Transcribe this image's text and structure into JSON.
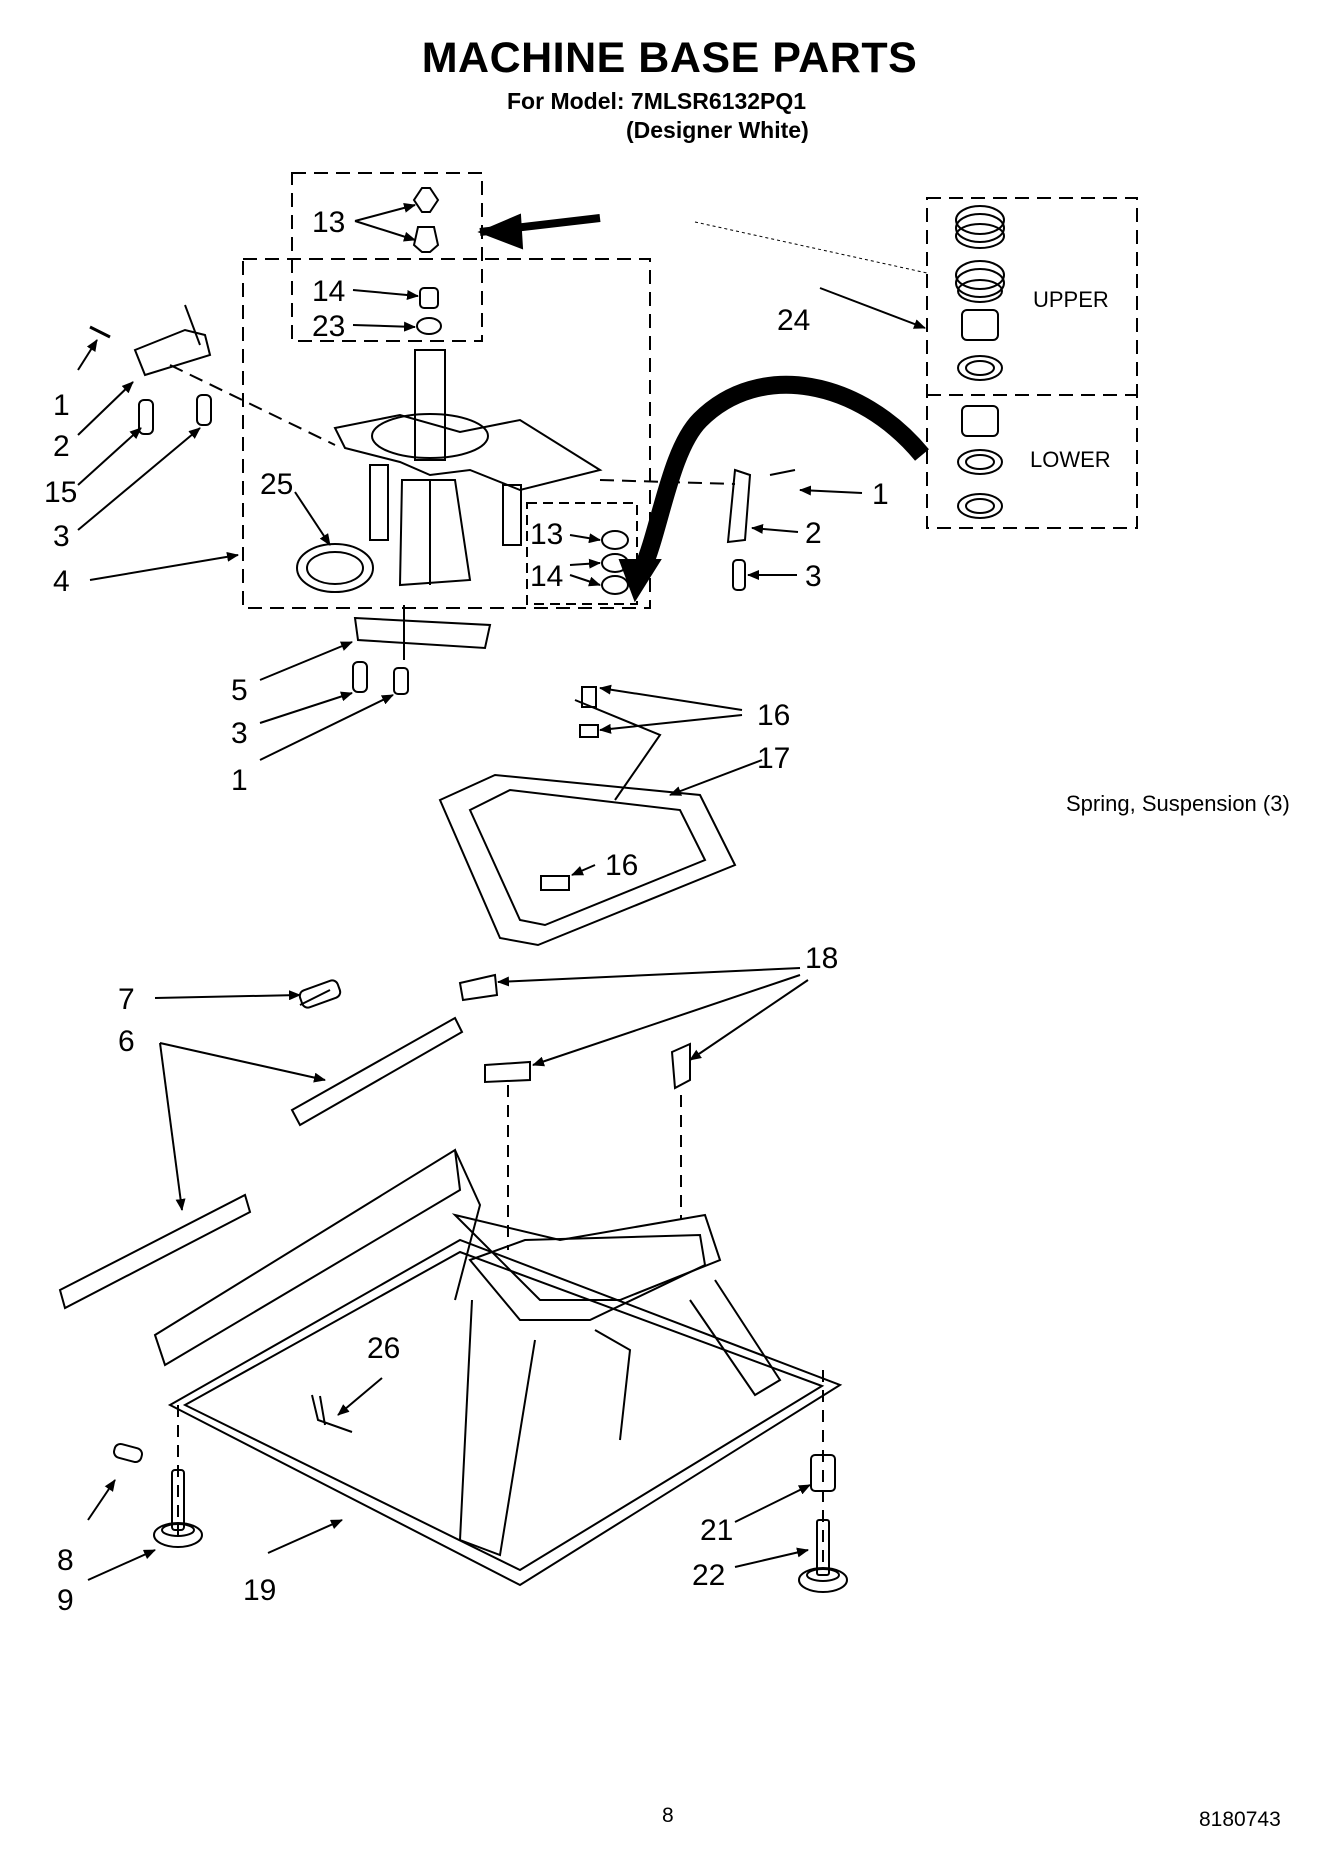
{
  "header": {
    "title": "MACHINE BASE PARTS",
    "model_line": "For Model: 7MLSR6132PQ1",
    "variant_line": "(Designer White)"
  },
  "diagram": {
    "callouts": [
      "1",
      "2",
      "15",
      "3",
      "4",
      "25",
      "5",
      "3",
      "1",
      "13",
      "14",
      "23",
      "13",
      "14",
      "24",
      "1",
      "2",
      "3",
      "16",
      "17",
      "16",
      "18",
      "7",
      "6",
      "26",
      "8",
      "9",
      "19",
      "21",
      "22"
    ],
    "kit_labels": {
      "upper": "UPPER",
      "lower": "LOWER"
    },
    "note": "Spring, Suspension (3)"
  },
  "footer": {
    "page_number": "8",
    "doc_number": "8180743"
  }
}
